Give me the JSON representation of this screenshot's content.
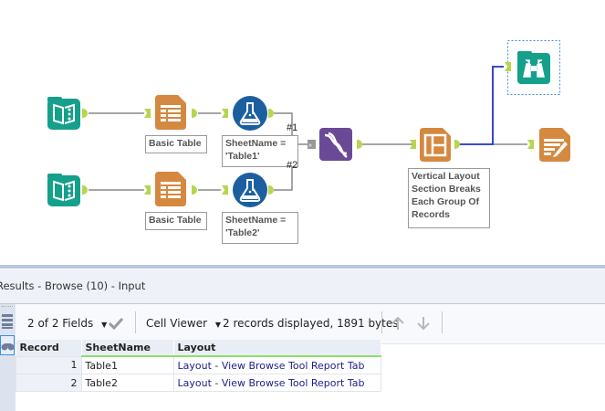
{
  "canvas": {
    "tools": [
      {
        "id": "input1",
        "type": "input-data",
        "color": "#14a08a"
      },
      {
        "id": "table1",
        "type": "basic-table",
        "color": "#d5883f",
        "label": "Basic Table"
      },
      {
        "id": "formula1",
        "type": "report-formula",
        "color": "#1c5fa0",
        "label_lines": [
          "SheetName =",
          "'Table1'"
        ]
      },
      {
        "id": "input2",
        "type": "input-data",
        "color": "#14a08a"
      },
      {
        "id": "table2",
        "type": "basic-table",
        "color": "#d5883f",
        "label": "Basic Table"
      },
      {
        "id": "formula2",
        "type": "report-formula",
        "color": "#1c5fa0",
        "label_lines": [
          "SheetName =",
          "'Table2'"
        ]
      },
      {
        "id": "union",
        "type": "union",
        "color": "#6a4a96"
      },
      {
        "id": "layout",
        "type": "layout",
        "color": "#d5883f",
        "label_lines": [
          "Vertical Layout",
          "Section Breaks",
          "Each Group Of",
          "Records"
        ]
      },
      {
        "id": "browse",
        "type": "browse",
        "color": "#14a08a",
        "selected": true
      },
      {
        "id": "render",
        "type": "render",
        "color": "#d5883f"
      }
    ],
    "connection_labels": [
      "#1",
      "#2"
    ],
    "anchor_color": "#b6d64f",
    "selected_connection_color": "#2032c8"
  },
  "results": {
    "title": "Results - Browse (10) - Input",
    "toolbar": {
      "fields_selector": "2 of 2 Fields",
      "viewer_selector": "Cell Viewer",
      "status": "2 records displayed, 1891 bytes"
    },
    "columns": [
      "Record",
      "SheetName",
      "Layout"
    ],
    "rows": [
      {
        "record": "1",
        "sheet": "Table1",
        "layout": "Layout - View Browse Tool Report Tab"
      },
      {
        "record": "2",
        "sheet": "Table2",
        "layout": "Layout - View Browse Tool Report Tab"
      }
    ]
  }
}
